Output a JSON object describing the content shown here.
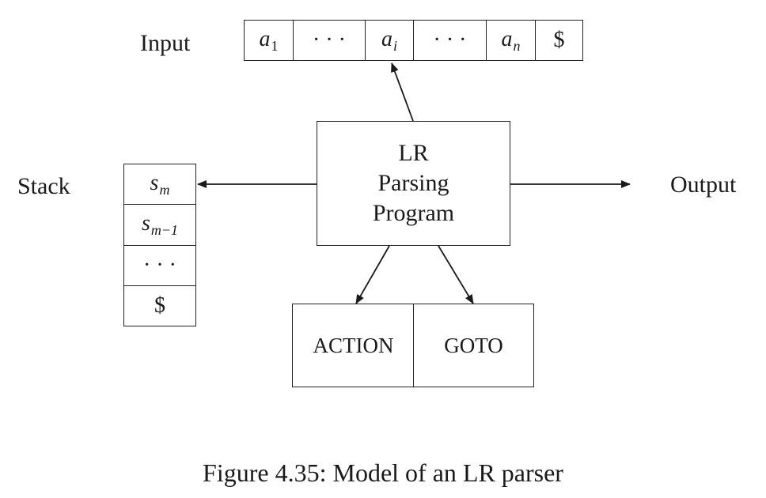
{
  "labels": {
    "input": "Input",
    "stack": "Stack",
    "output": "Output"
  },
  "input_tape": [
    {
      "base": "a",
      "sub": "1"
    },
    {
      "base": "· · ·",
      "sub": ""
    },
    {
      "base": "a",
      "sub": "i"
    },
    {
      "base": "· · ·",
      "sub": ""
    },
    {
      "base": "a",
      "sub": "n"
    },
    {
      "base": "$",
      "sub": ""
    }
  ],
  "stack": [
    {
      "base": "s",
      "sub": "m"
    },
    {
      "base": "s",
      "sub": "m−1"
    },
    {
      "base": "· · ·",
      "sub": ""
    },
    {
      "base": "$",
      "sub": ""
    }
  ],
  "program": {
    "line1": "LR",
    "line2": "Parsing",
    "line3": "Program"
  },
  "table": {
    "action": "ACTION",
    "goto": "GOTO"
  },
  "caption": "Figure 4.35: Model of an LR parser"
}
